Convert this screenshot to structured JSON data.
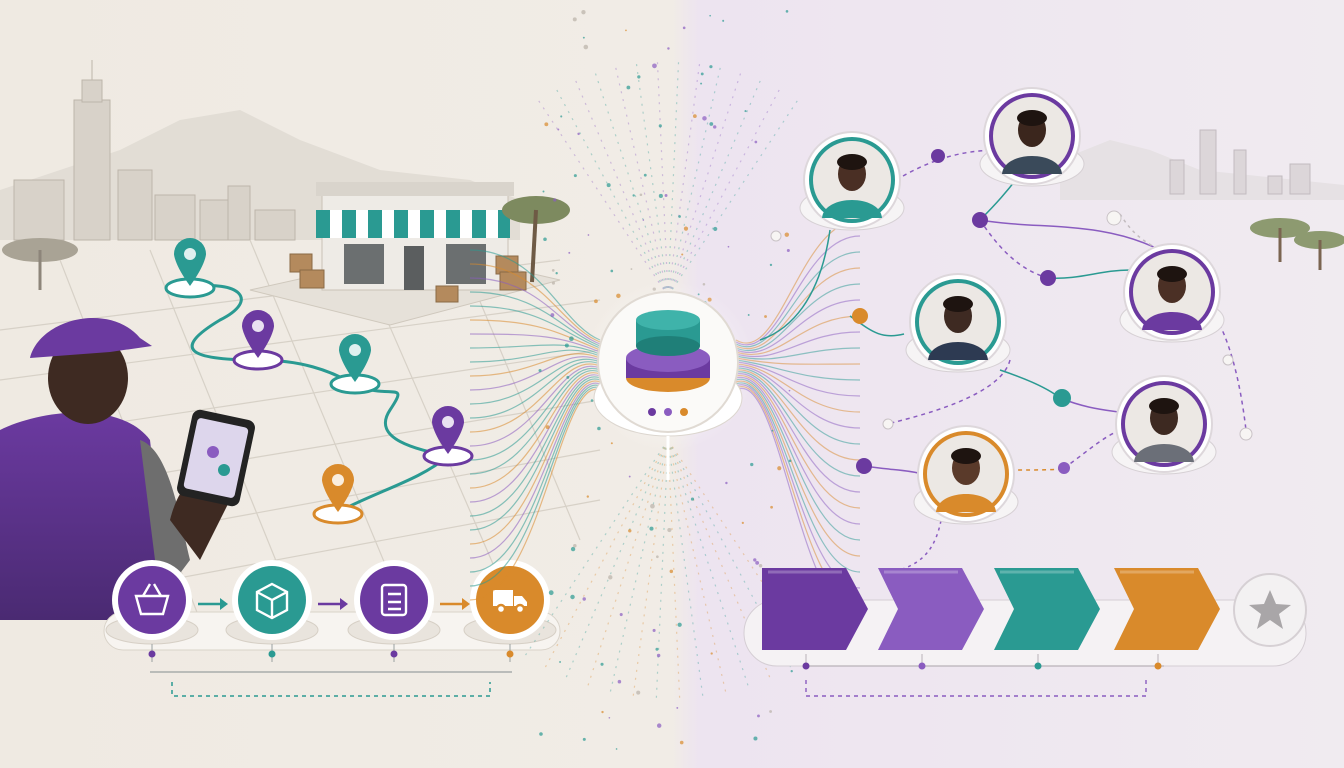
{
  "colors": {
    "purple": "#6b3aa0",
    "purple_light": "#8a5cc0",
    "teal": "#2a9a92",
    "teal_dark": "#1f7f78",
    "orange": "#d98a2b",
    "cream": "#f3efe9",
    "lavender": "#ece4f2",
    "sketch": "#b9b2a8"
  },
  "left_scene": {
    "map_pins": [
      {
        "color": "teal",
        "icon": "map-pin-icon"
      },
      {
        "color": "purple",
        "icon": "map-pin-icon"
      },
      {
        "color": "teal",
        "icon": "map-pin-icon"
      },
      {
        "color": "purple",
        "icon": "map-pin-icon"
      },
      {
        "color": "orange",
        "icon": "map-pin-icon"
      }
    ],
    "process_steps": [
      {
        "icon": "shopping-basket-icon",
        "color": "purple"
      },
      {
        "icon": "package-icon",
        "color": "teal"
      },
      {
        "icon": "clipboard-checklist-icon",
        "color": "purple"
      },
      {
        "icon": "delivery-truck-icon",
        "color": "orange"
      }
    ]
  },
  "hub": {
    "icon": "data-stack-icon"
  },
  "right_scene": {
    "people": [
      {
        "ring": "teal",
        "icon": "person-avatar-icon"
      },
      {
        "ring": "purple",
        "icon": "person-avatar-icon"
      },
      {
        "ring": "teal",
        "icon": "person-avatar-icon"
      },
      {
        "ring": "purple",
        "icon": "person-avatar-icon"
      },
      {
        "ring": "purple",
        "icon": "person-avatar-icon"
      },
      {
        "ring": "orange",
        "icon": "person-avatar-icon"
      }
    ],
    "pipeline": [
      {
        "color": "purple"
      },
      {
        "color": "purple_light"
      },
      {
        "color": "teal"
      },
      {
        "color": "orange"
      }
    ],
    "final_icon": "star-icon"
  }
}
